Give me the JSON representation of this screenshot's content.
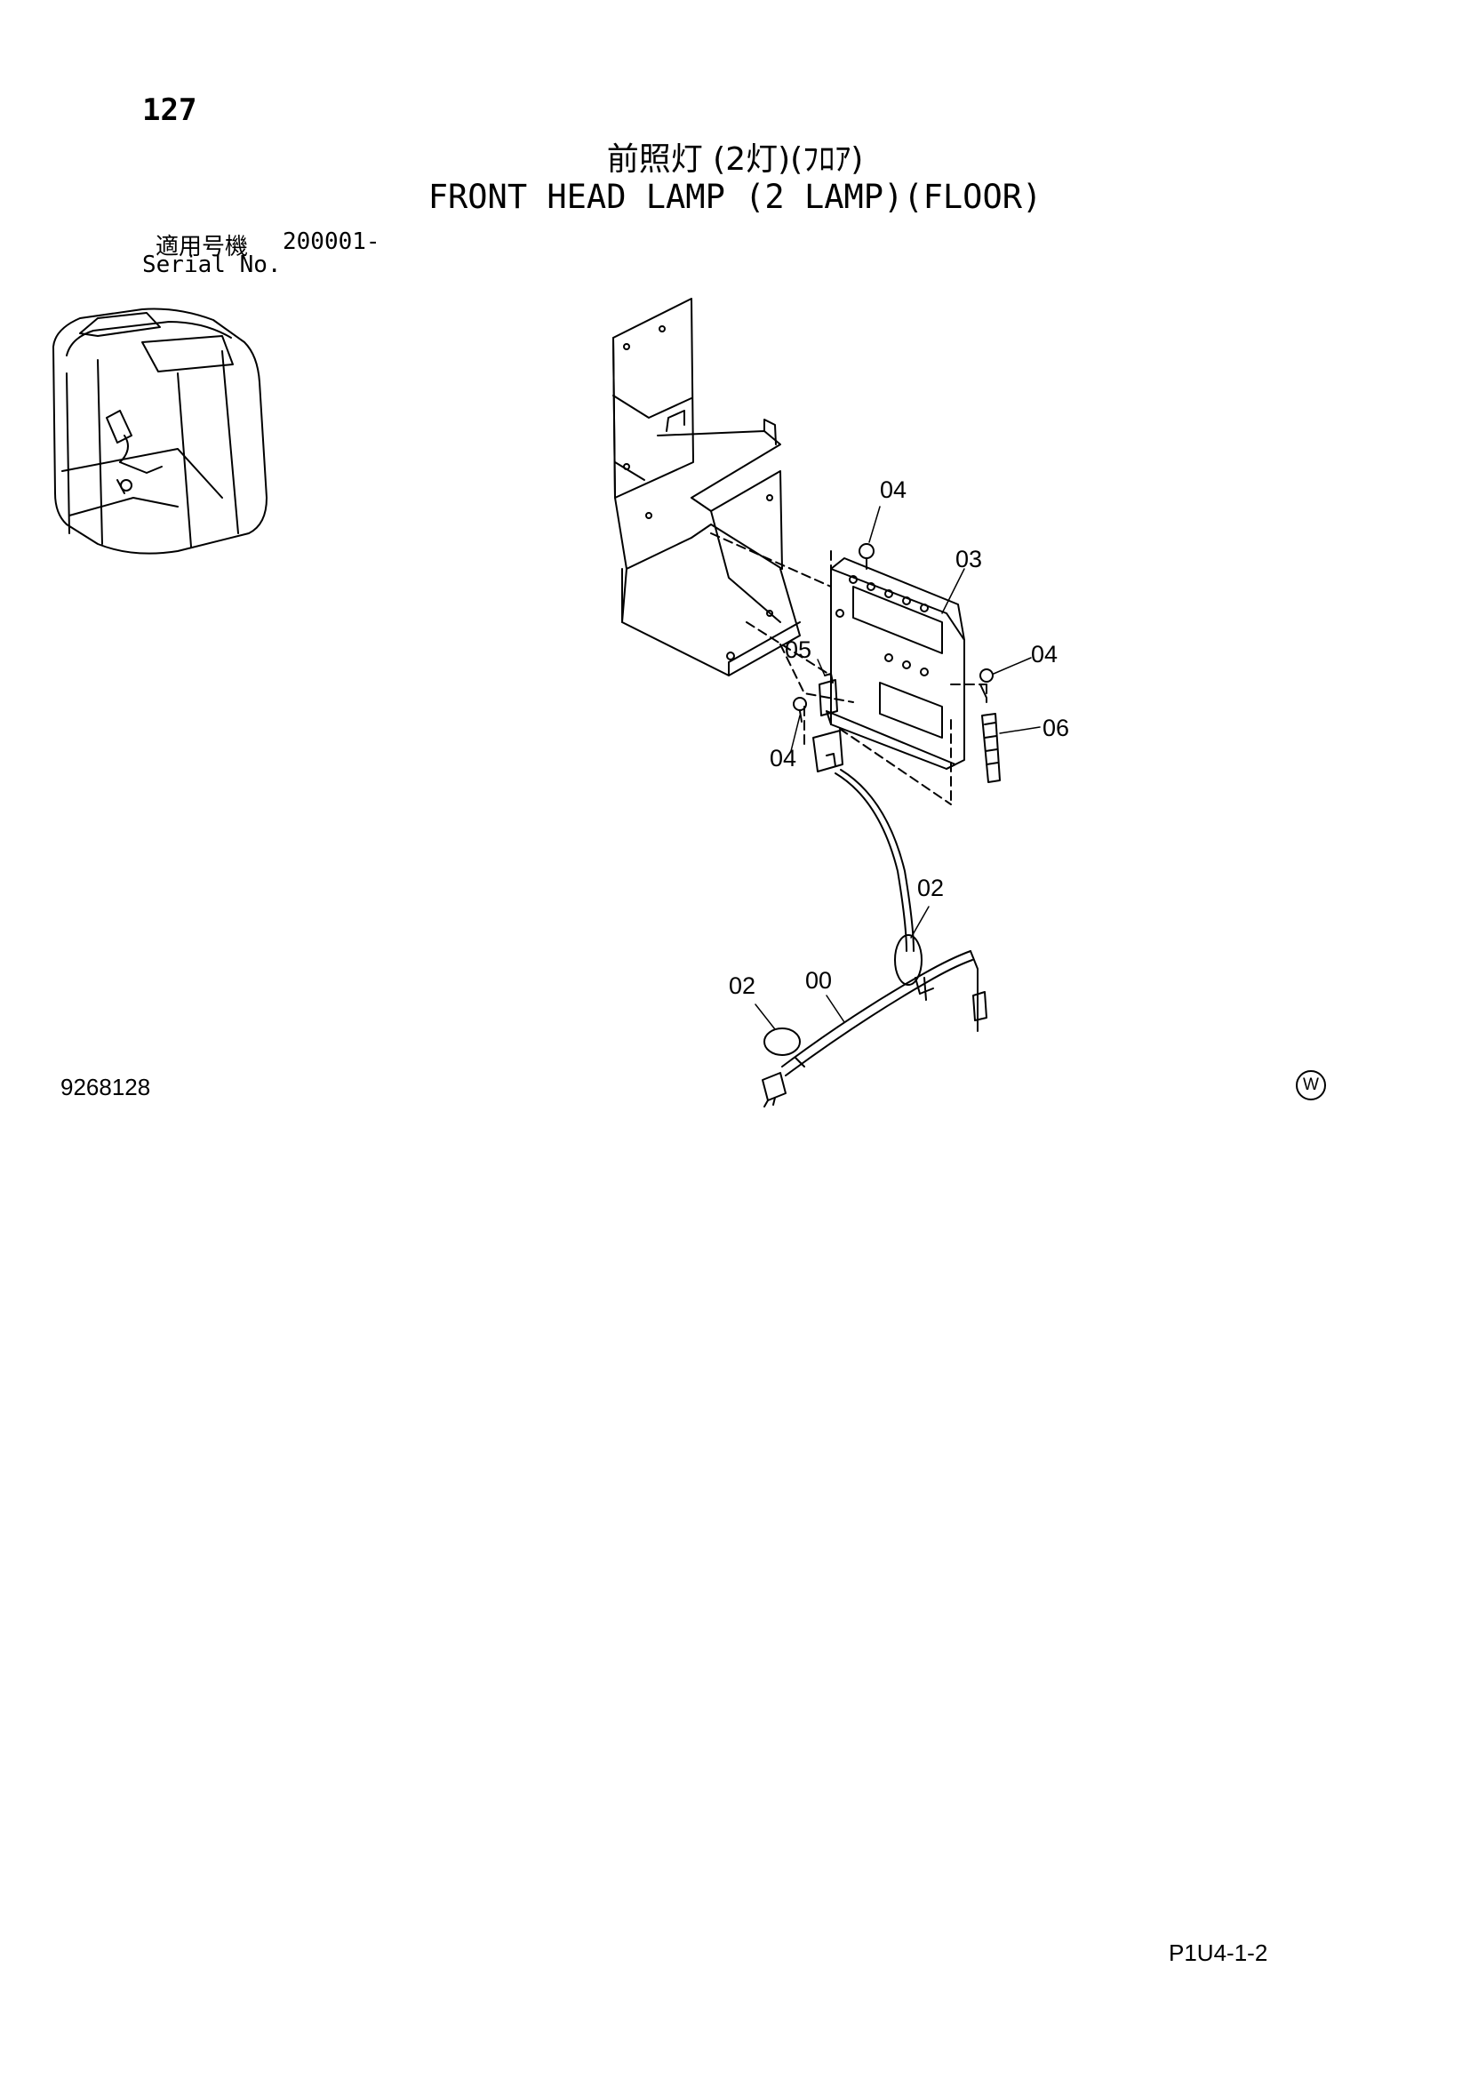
{
  "page_number": "127",
  "title": {
    "japanese": "前照灯 (2灯)(ﾌﾛｱ)",
    "english": "FRONT HEAD LAMP (2 LAMP)(FLOOR)"
  },
  "serial": {
    "label_jp": "適用号機",
    "value": "200001-",
    "label_en": "Serial No."
  },
  "callouts": {
    "c04_top": "04",
    "c03": "03",
    "c05": "05",
    "c04_right": "04",
    "c06": "06",
    "c04_left": "04",
    "c02_right": "02",
    "c02_left": "02",
    "c00": "00"
  },
  "doc_code": "9268128",
  "w_mark": "W",
  "page_ref": "P1U4-1-2"
}
